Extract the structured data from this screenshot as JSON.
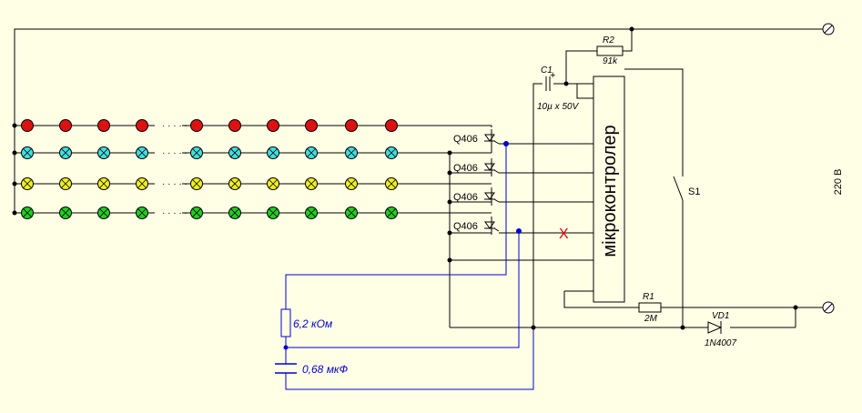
{
  "labels": {
    "microcontroller": "мікроконтролер",
    "voltage": "220 В",
    "c1_name": "C1",
    "c1_value": "10µ x 50V",
    "c1_plus": "+",
    "r2_name": "R2",
    "r2_value": "91k",
    "r1_name": "R1",
    "r1_value": "2M",
    "vd1_name": "VD1",
    "vd1_value": "1N4007",
    "s1_name": "S1",
    "triac": "Q406",
    "res_blue": "6,2 кОм",
    "cap_blue": "0,68 мкФ",
    "unused_mark": "X",
    "ellipsis": "· · · · ·"
  },
  "led_rows": [
    {
      "color": "red",
      "fill": "#dd1111",
      "crossed": false
    },
    {
      "color": "cyan",
      "fill": "#44dddd",
      "crossed": true
    },
    {
      "color": "yellow",
      "fill": "#eeee22",
      "crossed": true
    },
    {
      "color": "green",
      "fill": "#22cc22",
      "crossed": true
    }
  ],
  "colors": {
    "background": "#ffffe6",
    "wire": "#000000",
    "blue_wire": "#0000cc",
    "mark": "#ee0000"
  }
}
